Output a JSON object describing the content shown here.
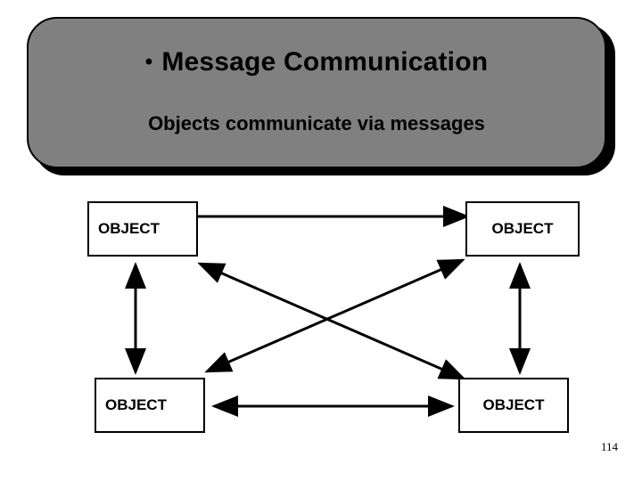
{
  "slide": {
    "title_bullet": "Message Communication",
    "bullet_glyph": "•",
    "subtitle": "Objects communicate via messages",
    "page_number": "114",
    "colors": {
      "panel_fill": "#808080",
      "panel_border": "#000000",
      "panel_shadow": "#000000",
      "background": "#ffffff",
      "text": "#000000",
      "box_fill": "#ffffff",
      "box_border": "#000000",
      "arrow": "#000000"
    }
  },
  "diagram": {
    "type": "object-message-diagram",
    "nodes": [
      {
        "id": "top-left",
        "label": "OBJECT"
      },
      {
        "id": "top-right",
        "label": "OBJECT"
      },
      {
        "id": "bottom-left",
        "label": "OBJECT"
      },
      {
        "id": "bottom-right",
        "label": "OBJECT"
      }
    ],
    "connections": [
      {
        "from": "top-left",
        "to": "top-right",
        "arrows": "both",
        "name": "top-horizontal-connector"
      },
      {
        "from": "top-left",
        "to": "bottom-left",
        "arrows": "both",
        "name": "left-vertical-connector"
      },
      {
        "from": "top-right",
        "to": "bottom-right",
        "arrows": "both",
        "name": "right-vertical-connector"
      },
      {
        "from": "bottom-left",
        "to": "bottom-right",
        "arrows": "both",
        "name": "bottom-horizontal-connector"
      },
      {
        "from": "top-left",
        "to": "bottom-right",
        "arrows": "both",
        "name": "diagonal-connector-tl-br"
      },
      {
        "from": "top-right",
        "to": "bottom-left",
        "arrows": "both",
        "name": "diagonal-connector-tr-bl"
      }
    ]
  }
}
